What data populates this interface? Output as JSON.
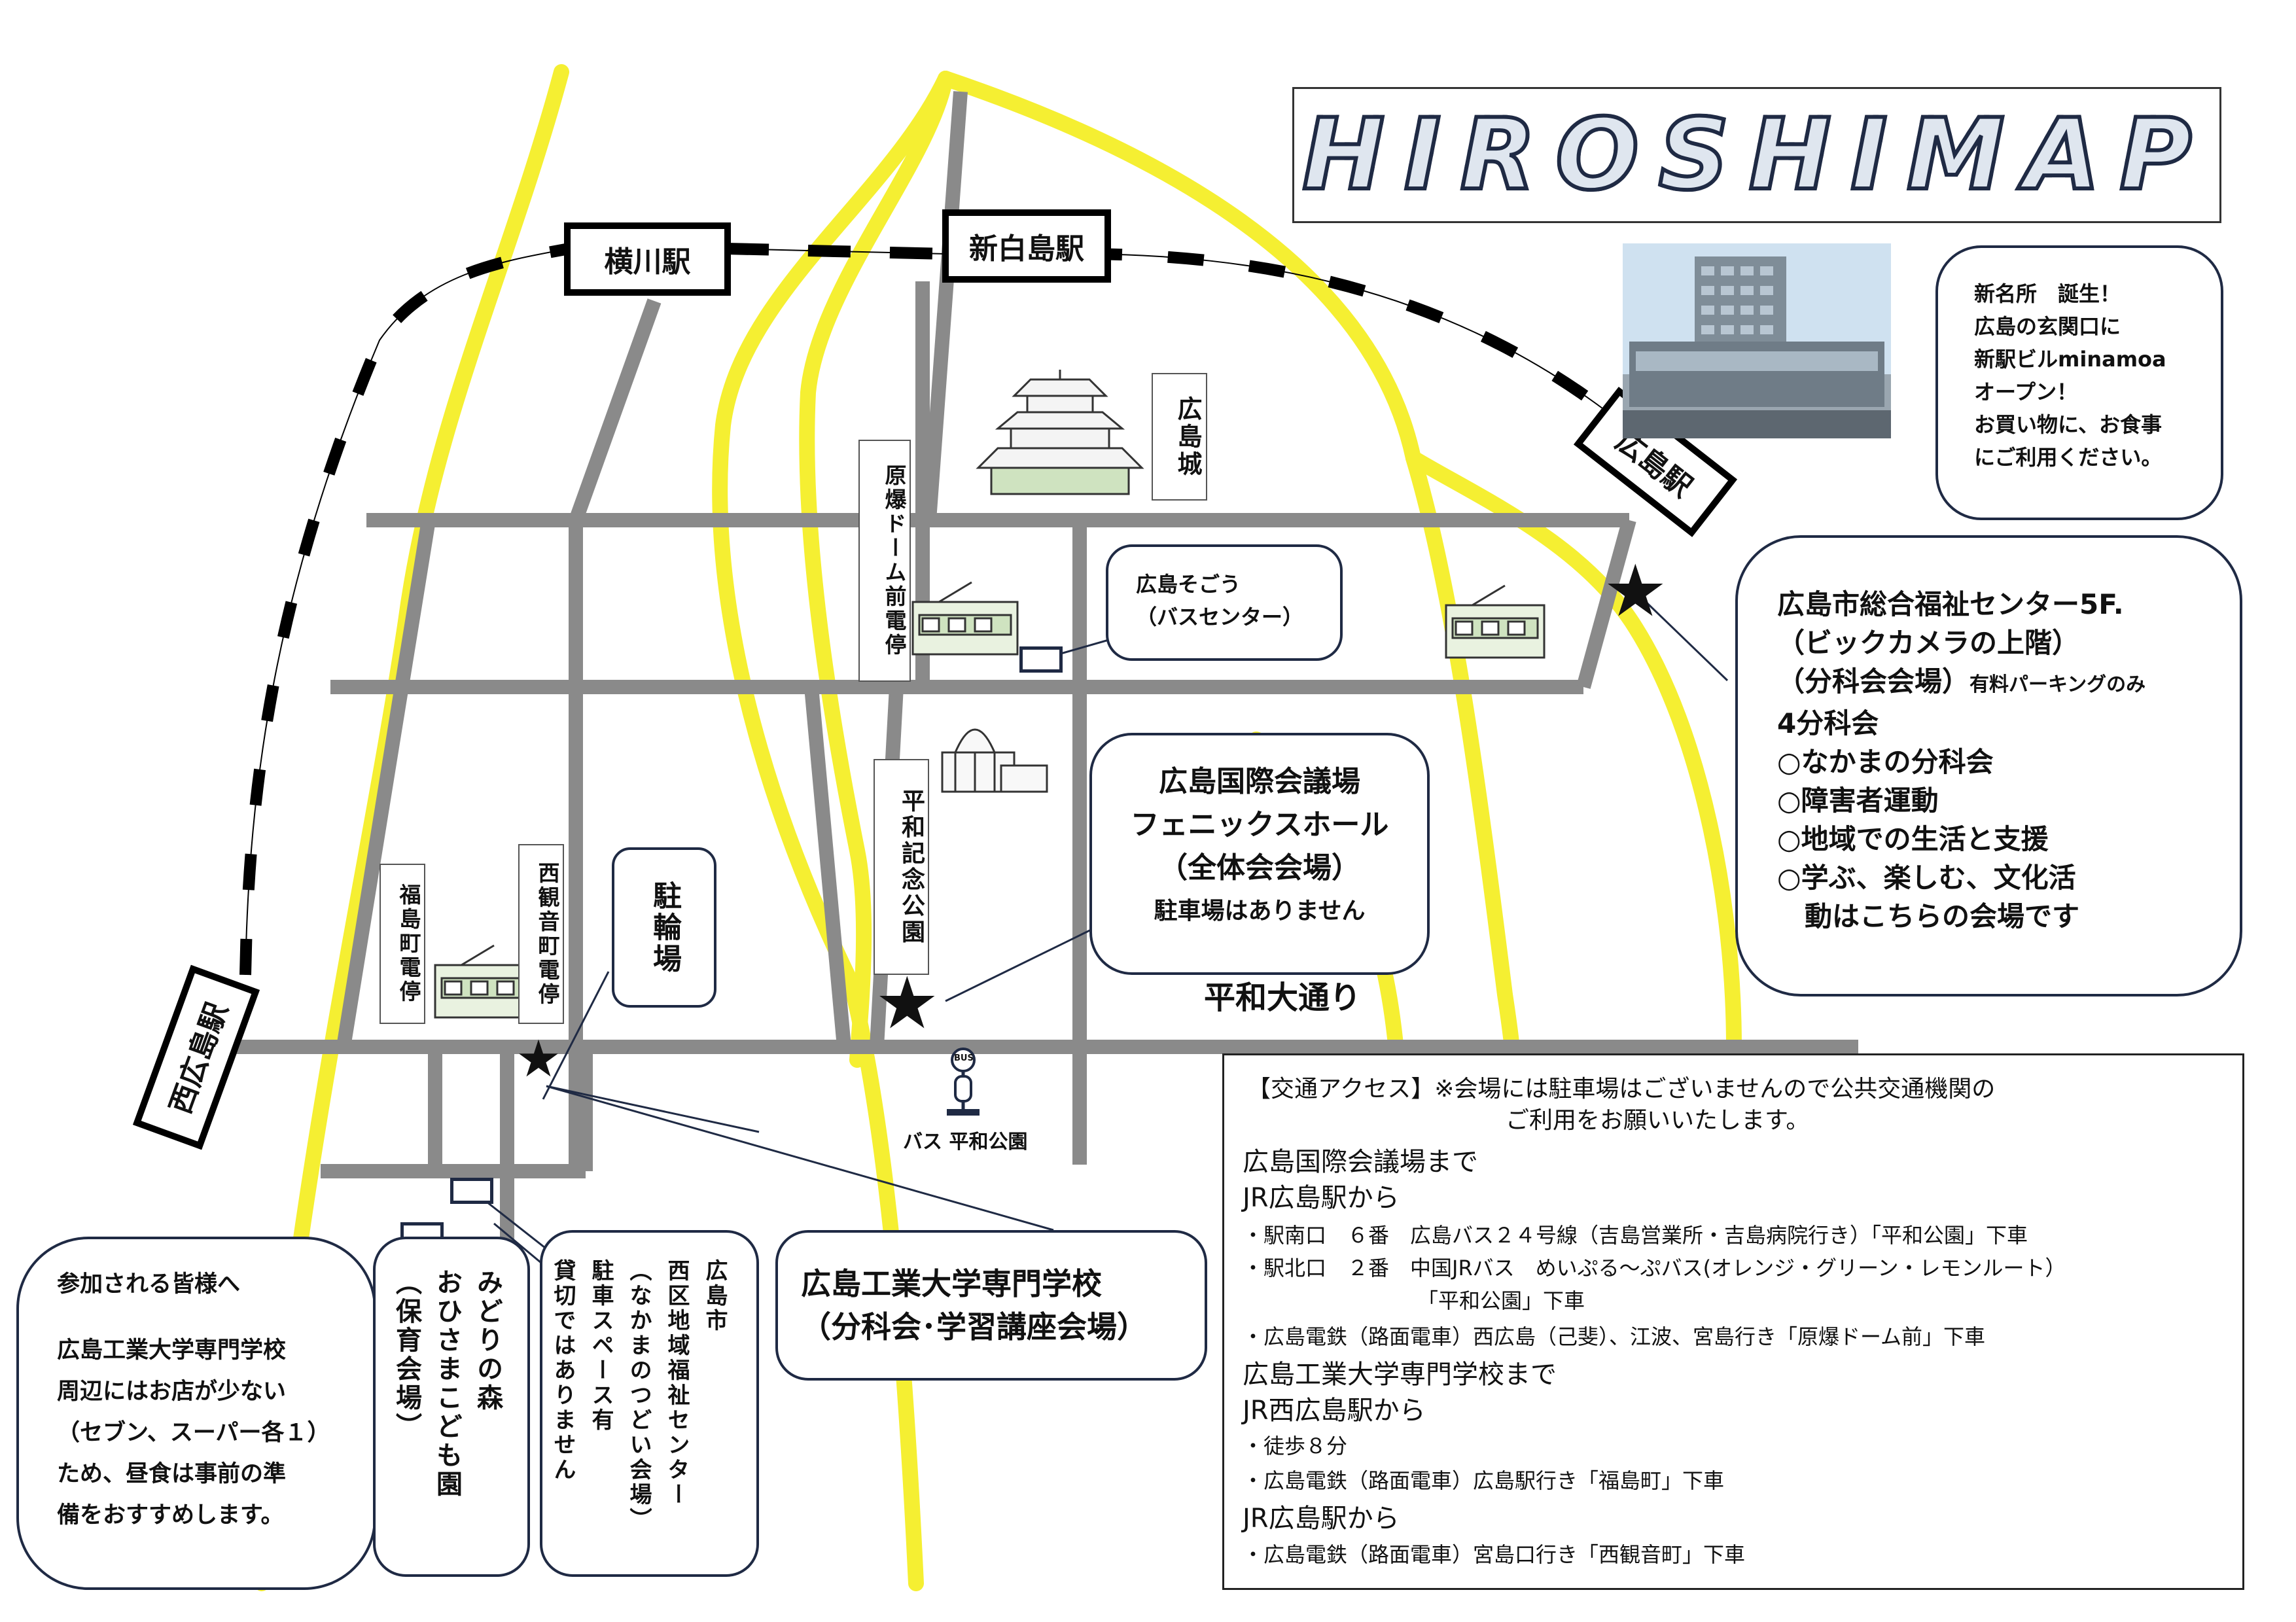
{
  "title": "HIROSHIMAP",
  "stations": {
    "yokogawa": "横川駅",
    "shin_hakushima": "新白島駅",
    "hiroshima": "広島駅",
    "nishi_hiroshima": "西広島駅"
  },
  "tram_stops": {
    "genbaku_dome": "原爆ドーム前電停",
    "fukushimacho": "福島町電停",
    "nishikannon": "西観音町電停"
  },
  "landmarks": {
    "castle": "広島城",
    "peace_park": "平和記念公園",
    "peace_blvd": "平和大通り",
    "bicycle_parking": "駐輪場",
    "bus_stop_label": "バス 平和公園",
    "bus_sign": "BUS"
  },
  "callouts": {
    "minamoa": [
      "新名所　誕生！",
      "広島の玄関口に",
      "新駅ビルminamoa",
      "オープン！",
      "お買い物に、お食事",
      "にご利用ください。"
    ],
    "sogo": [
      "広島そごう",
      "（バスセンター）"
    ],
    "welfare_center": {
      "line1": "広島市総合福祉センター5F.",
      "line2": "（ビックカメラの上階）",
      "line3a": "（分科会会場）",
      "line3b": "有料パーキングのみ",
      "line4": "4分科会",
      "items": [
        "○なかまの分科会",
        "○障害者運動",
        "○地域での生活と支援",
        "○学ぶ、楽しむ、文化活",
        "　動はこちらの会場です"
      ]
    },
    "intl_conference": [
      "広島国際会議場",
      "フェニックスホール",
      "（全体会会場）",
      "駐車場はありません"
    ],
    "school": [
      "広島工業大学専門学校",
      "（分科会･学習講座会場）"
    ],
    "notice": {
      "heading": "参加される皆様へ",
      "lines": [
        "広島工業大学専門学校",
        "周辺にはお店が少ない",
        "（セブン、スーパー各１）",
        "ため、昼食は事前の準",
        "備をおすすめします。"
      ]
    },
    "nursery": [
      "みどりの森",
      "おひさまこども園",
      "（保育会場）"
    ],
    "nishi_ku_center": [
      "広島市",
      "西区地域福祉センター",
      "（なかまのつどい会場）",
      "駐車スペース有",
      "貸切ではありません"
    ]
  },
  "access": {
    "header1": "【交通アクセス】※会場には駐車場はございませんので公共交通機関の",
    "header2": "ご利用をお願いいたします。",
    "sec1_title": "広島国際会議場まで",
    "sec1_from": "JR広島駅から",
    "sec1_lines": [
      "・駅南口　６番　広島バス２４号線（吉島営業所・吉島病院行き）「平和公園」下車",
      "・駅北口　２番　中国JRバス　めいぷる～ぷバス(オレンジ・グリーン・レモンルート）",
      "「平和公園」下車",
      "・広島電鉄（路面電車）西広島（己斐）、江波、宮島行き「原爆ドーム前」下車"
    ],
    "sec2_title": "広島工業大学専門学校まで",
    "sec2_from1": "JR西広島駅から",
    "sec2_lines1": [
      "・徒歩８分",
      "・広島電鉄（路面電車）広島駅行き「福島町」下車"
    ],
    "sec2_from2": "JR広島駅から",
    "sec2_lines2": [
      "・広島電鉄（路面電車）宮島口行き「西観音町」下車"
    ]
  },
  "colors": {
    "river": "#f5ef32",
    "road": "#8a8a8a",
    "rail": "#000000",
    "frame": "#1f2a44"
  }
}
